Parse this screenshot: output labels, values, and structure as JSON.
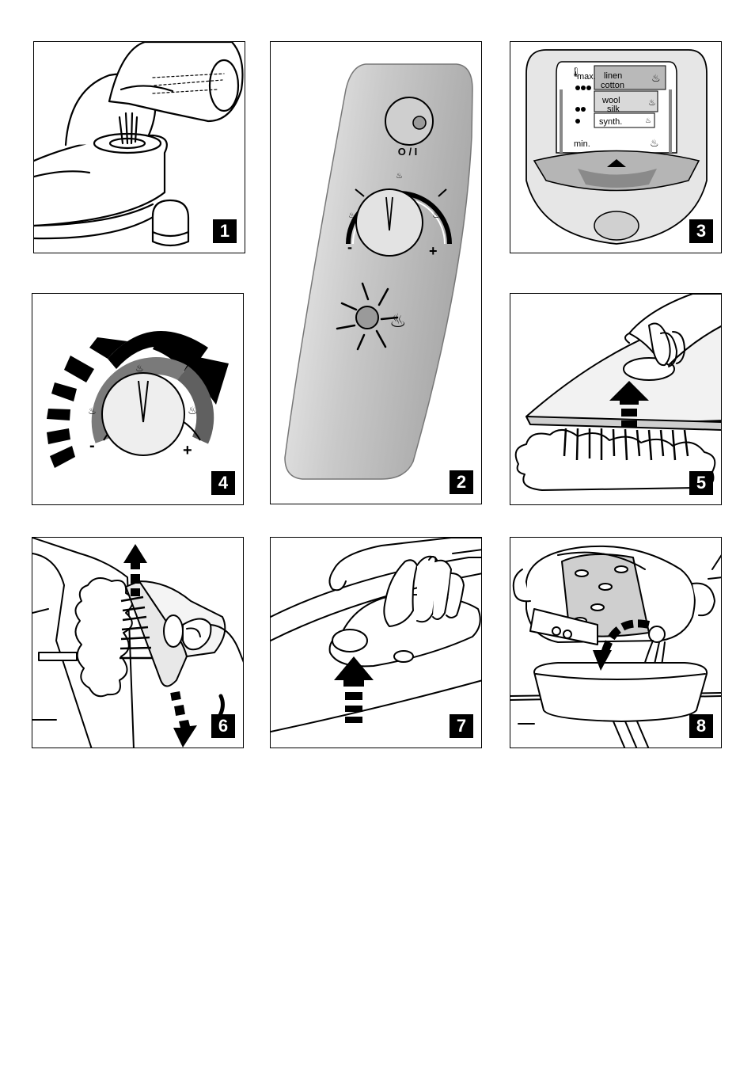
{
  "figures": [
    {
      "id": "1",
      "number": "1"
    },
    {
      "id": "2",
      "number": "2"
    },
    {
      "id": "3",
      "number": "3"
    },
    {
      "id": "4",
      "number": "4"
    },
    {
      "id": "5",
      "number": "5"
    },
    {
      "id": "6",
      "number": "6"
    },
    {
      "id": "7",
      "number": "7"
    },
    {
      "id": "8",
      "number": "8"
    }
  ],
  "control_panel": {
    "power_label": "O / I",
    "minus": "-",
    "plus": "+"
  },
  "dial": {
    "minus": "-",
    "plus": "+"
  },
  "temperature_chart": {
    "max": "max.",
    "min": "min.",
    "rows": [
      {
        "line1": "linen",
        "line2": "cotton"
      },
      {
        "line1": "wool",
        "line2": "silk"
      },
      {
        "line1": "synth.",
        "line2": ""
      }
    ]
  }
}
